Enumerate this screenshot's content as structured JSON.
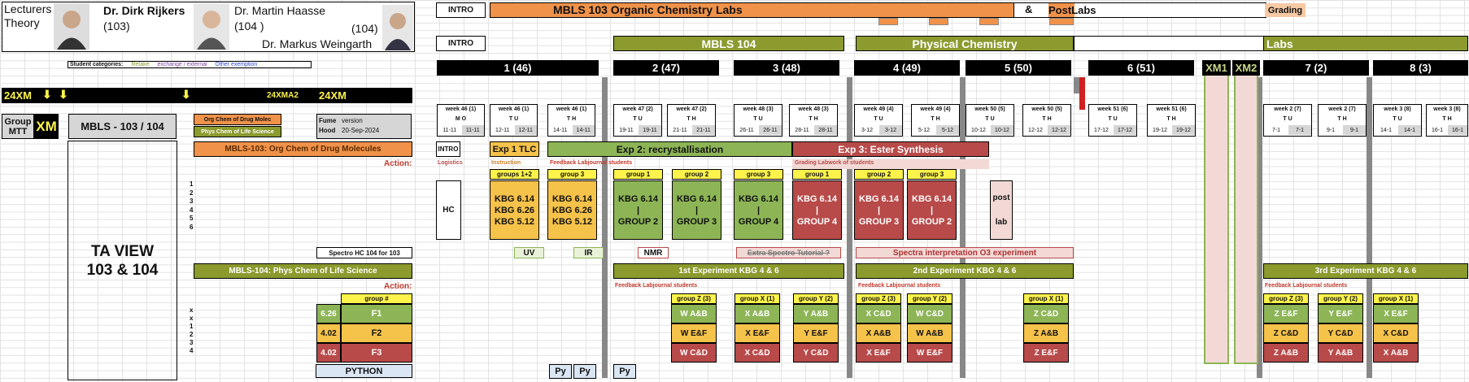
{
  "lecturers": {
    "title": "Lecturers Theory",
    "l1_name": "Dr. Dirk Rijkers",
    "l1_code": "(103)",
    "l2_name": "Dr. Martin Haasse",
    "l2_code": "(104 )",
    "l3_code": "(104)",
    "l3_name": "Dr. Markus Weingarth"
  },
  "categories": {
    "label": "Student categories:",
    "retake": "Retake",
    "exchange": "exchange / external",
    "other": "Other exemption"
  },
  "cohort": {
    "left": "24XM",
    "right": "24XMA2",
    "box": "24XM",
    "arrow": "⬇"
  },
  "group_mtt": {
    "group": "Group",
    "mtt": "MTT",
    "xm": "XM",
    "mbls": "MBLS - 103 / 104"
  },
  "legend": {
    "org": "Org Chem of Drug Molec",
    "phys": "Phys Chem of Life Science"
  },
  "fume": {
    "fume": "Fume",
    "hood": "Hood",
    "version": "version",
    "date": "20-Sep-2024"
  },
  "course103": {
    "title": "MBLS-103: Org Chem of Drug Molecules",
    "action": "Action:"
  },
  "course104": {
    "title": "MBLS-104: Phys Chem of Life Science",
    "action": "Action:"
  },
  "ta_view": {
    "line1": "TA VIEW",
    "line2": "103 & 104"
  },
  "spectro_label": "Spectro HC 104 for 103",
  "python": "PYTHON",
  "intro": "INTRO",
  "banner103": {
    "title": "MBLS 103 Organic Chemistry Labs",
    "amp": "&",
    "postlabs": "PostLabs",
    "grading": "Grading"
  },
  "banner104": {
    "part1": "MBLS 104",
    "part2": "Physical Chemistry",
    "part3": "Labs"
  },
  "xm1": "XM1",
  "xm2": "XM2",
  "row103": {
    "intro": "INTRO",
    "logistics": "Logistics",
    "exp1": "Exp 1 TLC",
    "instruction": "Instruction",
    "exp2": "Exp 2: recrystallisation",
    "feedback": "Feedback Labjournal students",
    "exp3": "Exp 3: Ester Synthesis",
    "grading": "Grading Labwork of students",
    "hc": "HC",
    "post": "post",
    "lab": "lab"
  },
  "groups103": [
    {
      "head": "groups 1+2",
      "l1": "KBG 6.14",
      "l2": "KBG 6.26",
      "l3": "KBG 5.12"
    },
    {
      "head": "group 3",
      "l1": "KBG 6.14",
      "l2": "KBG 6.26",
      "l3": "KBG 5.12"
    },
    {
      "head": "group 1",
      "l1": "KBG 6.14",
      "l2": "|",
      "l3": "GROUP 2"
    },
    {
      "head": "group 2",
      "l1": "KBG 6.14",
      "l2": "|",
      "l3": "GROUP 3"
    },
    {
      "head": "group 3",
      "l1": "KBG 6.14",
      "l2": "|",
      "l3": "GROUP 4"
    },
    {
      "head": "group 1",
      "l1": "KBG 6.14",
      "l2": "|",
      "l3": "GROUP 4"
    },
    {
      "head": "group 2",
      "l1": "KBG 6.14",
      "l2": "|",
      "l3": "GROUP 3"
    },
    {
      "head": "group 3",
      "l1": "KBG 6.14",
      "l2": "|",
      "l3": "GROUP 2"
    }
  ],
  "row_numbers": [
    "1",
    "2",
    "3",
    "4",
    "5",
    "6"
  ],
  "row_numbers2": [
    "x",
    "x",
    "1",
    "2",
    "3",
    "4"
  ],
  "spectra": {
    "uv": "UV",
    "ir": "IR",
    "nmr": "NMR",
    "extra": "Extra Spectro Tutorial ?",
    "interp": "Spectra interpretation O3 experiment"
  },
  "exp104": {
    "e1": "1st Experiment KBG 4 & 6",
    "e2": "2nd Experiment KBG 4 & 6",
    "e3": "3rd Experiment KBG 4 & 6",
    "feedback": "Feedback Labjournal students"
  },
  "flist": {
    "head": "group #",
    "items": [
      {
        "num": "6.26",
        "name": "F1"
      },
      {
        "num": "4.02",
        "name": "F2"
      },
      {
        "num": "4.02",
        "name": "F3"
      }
    ]
  },
  "py": "Py",
  "chart_data": {
    "type": "table",
    "weeks": [
      {
        "label": "1 (46)",
        "days": [
          {
            "week": "week 46 (1)",
            "day": "M O",
            "d1": "11-11",
            "d2": "11-11"
          },
          {
            "week": "week 46 (1)",
            "day": "T U",
            "d1": "12-11",
            "d2": "12-11"
          },
          {
            "week": "week 46 (1)",
            "day": "T H",
            "d1": "14-11",
            "d2": "14-11"
          }
        ]
      },
      {
        "label": "2 (47)",
        "days": [
          {
            "week": "week 47 (2)",
            "day": "T U",
            "d1": "19-11",
            "d2": "19-11"
          },
          {
            "week": "week 47 (2)",
            "day": "T H",
            "d1": "21-11",
            "d2": "21-11"
          }
        ]
      },
      {
        "label": "3 (48)",
        "days": [
          {
            "week": "week 48 (3)",
            "day": "T U",
            "d1": "26-11",
            "d2": "26-11"
          },
          {
            "week": "week 48 (3)",
            "day": "T H",
            "d1": "28-11",
            "d2": "28-11"
          }
        ]
      },
      {
        "label": "4 (49)",
        "days": [
          {
            "week": "week 49 (4)",
            "day": "T U",
            "d1": "3-12",
            "d2": "3-12"
          },
          {
            "week": "week 49 (4)",
            "day": "T H",
            "d1": "5-12",
            "d2": "5-12"
          }
        ]
      },
      {
        "label": "5 (50)",
        "days": [
          {
            "week": "week 50 (5)",
            "day": "T U",
            "d1": "10-12",
            "d2": "10-12"
          },
          {
            "week": "week 50 (5)",
            "day": "T H",
            "d1": "12-12",
            "d2": "12-12"
          }
        ]
      },
      {
        "label": "6 (51)",
        "days": [
          {
            "week": "week 51 (6)",
            "day": "T U",
            "d1": "17-12",
            "d2": "17-12"
          },
          {
            "week": "week 51 (6)",
            "day": "T H",
            "d1": "19-12",
            "d2": "19-12"
          }
        ]
      },
      {
        "label": "7 (2)",
        "days": [
          {
            "week": "week 2 (7)",
            "day": "T U",
            "d1": "7-1",
            "d2": "7-1"
          },
          {
            "week": "week 2 (7)",
            "day": "T H",
            "d1": "9-1",
            "d2": "9-1"
          }
        ]
      },
      {
        "label": "8 (3)",
        "days": [
          {
            "week": "week 3 (8)",
            "day": "T U",
            "d1": "14-1",
            "d2": "14-1"
          },
          {
            "week": "week 3 (8)",
            "day": "T H",
            "d1": "16-1",
            "d2": "16-1"
          }
        ]
      }
    ],
    "groups104": [
      {
        "head": "group Z (3)",
        "rows": [
          "W A&B",
          "W E&F",
          "W C&D"
        ]
      },
      {
        "head": "group X (1)",
        "rows": [
          "X A&B",
          "X E&F",
          "X C&D"
        ]
      },
      {
        "head": "group Y (2)",
        "rows": [
          "Y A&B",
          "Y E&F",
          "Y C&D"
        ]
      },
      {
        "head": "group Z (3)",
        "rows": [
          "X C&D",
          "X A&B",
          "X E&F"
        ]
      },
      {
        "head": "group Y (2)",
        "rows": [
          "W C&D",
          "W A&B",
          "W E&F"
        ]
      },
      {
        "head": "group X (1)",
        "rows": [
          "Z C&D",
          "Z A&B",
          "Z E&F"
        ]
      },
      {
        "head": "group Z (3)",
        "rows": [
          "Z E&F",
          "Z C&D",
          "Z A&B"
        ]
      },
      {
        "head": "group Y (2)",
        "rows": [
          "Y E&F",
          "Y C&D",
          "Y A&B"
        ]
      },
      {
        "head": "group X (1)",
        "rows": [
          "X E&F",
          "X C&D",
          "X A&B"
        ]
      }
    ]
  }
}
